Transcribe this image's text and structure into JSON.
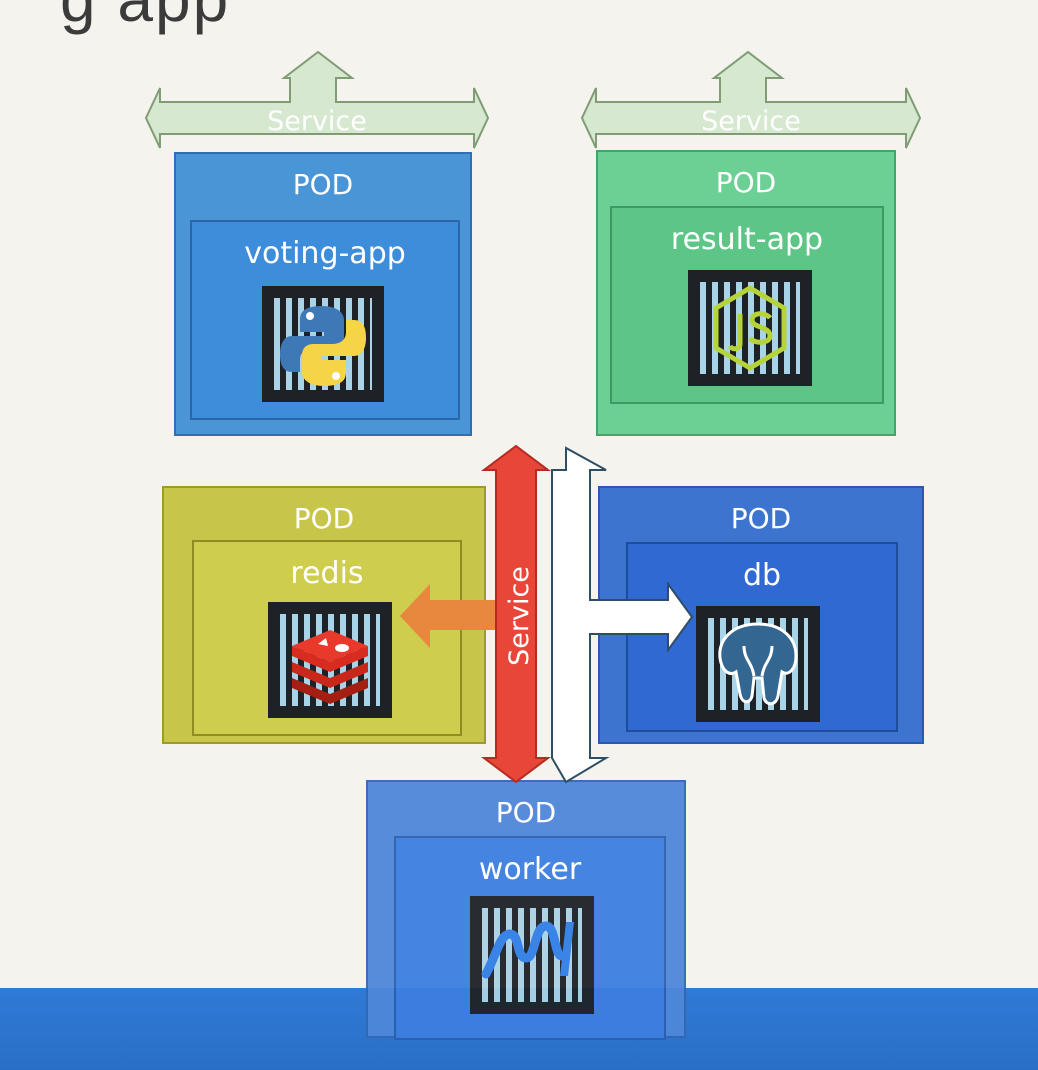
{
  "slide": {
    "title_fragment": "g app"
  },
  "services": [
    {
      "id": "voting",
      "label": "Service"
    },
    {
      "id": "result",
      "label": "Service"
    },
    {
      "id": "backend",
      "label": "Service"
    }
  ],
  "pods": [
    {
      "id": "voting-app",
      "pod_label": "POD",
      "app_label": "voting-app",
      "logo": "python-logo-icon"
    },
    {
      "id": "result-app",
      "pod_label": "POD",
      "app_label": "result-app",
      "logo": "nodejs-logo-icon"
    },
    {
      "id": "redis",
      "pod_label": "POD",
      "app_label": "redis",
      "logo": "redis-logo-icon"
    },
    {
      "id": "db",
      "pod_label": "POD",
      "app_label": "db",
      "logo": "postgresql-logo-icon"
    },
    {
      "id": "worker",
      "pod_label": "POD",
      "app_label": "worker",
      "logo": "dotnet-logo-icon"
    }
  ],
  "colors": {
    "voting_pod": "#4a95d6",
    "result_pod": "#6ccf93",
    "redis_pod": "#c8c64a",
    "db_pod": "#3c74cf",
    "worker_pod": "#4e87d9",
    "service_arrow": "#d6e8cf",
    "backend_service_arrow": "#e9463a"
  }
}
